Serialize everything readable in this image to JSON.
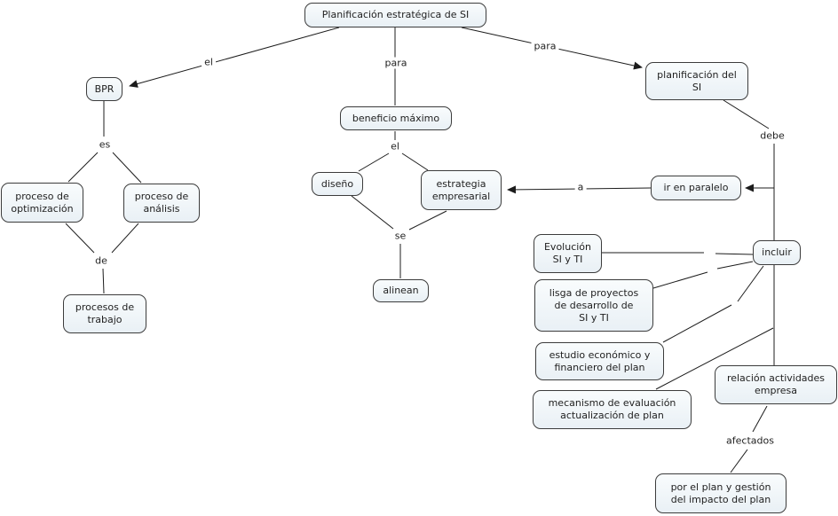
{
  "diagram": {
    "type": "concept-map",
    "title": "Planificación estratégica de SI",
    "colors": {
      "background": "#ffffff",
      "node_fill_top": "#f9fcfd",
      "node_fill_bottom": "#e9f0f5",
      "node_border": "#3c3c3c",
      "edge_line": "#1c1c1c",
      "text": "#1f1f1f"
    },
    "concepts": {
      "planificacion_estrategica": "Planificación estratégica de SI",
      "bpr": "BPR",
      "proceso_optimizacion": "proceso de\noptimización",
      "proceso_analisis": "proceso de\nanálisis",
      "procesos_trabajo": "procesos de\ntrabajo",
      "beneficio_maximo": "beneficio máximo",
      "diseno": "diseño",
      "estrategia_empresarial": "estrategia\nempresarial",
      "alinean": "alinean",
      "planificacion_si": "planificación del\nSI",
      "ir_en_paralelo": "ir en paralelo",
      "evolucion_si_ti": "Evolución\nSI y TI",
      "incluir": "incluir",
      "lisga_proyectos": "lisga de proyectos\nde desarrollo de\nSI y TI",
      "estudio_economico": "estudio económico y\nfinanciero del plan",
      "mecanismo_evaluacion": "mecanismo de evaluación\nactualización de plan",
      "relacion_actividades": "relación actividades\nempresa",
      "por_el_plan": "por el plan y gestión\ndel impacto del plan"
    },
    "links": {
      "el_bpr": "el",
      "para_beneficio": "para",
      "para_planificacion": "para",
      "es": "es",
      "de": "de",
      "el_diseno": "el",
      "se": "se",
      "debe": "debe",
      "a": "a",
      "afectados": "afectados"
    }
  }
}
